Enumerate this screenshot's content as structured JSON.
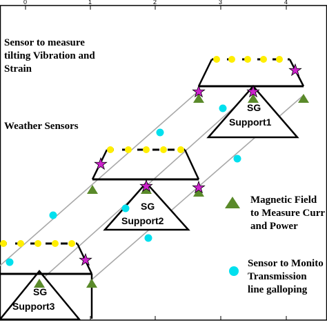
{
  "top_ticks": [
    "0",
    "1",
    "2",
    "3",
    "4"
  ],
  "legend": {
    "strain_sensor": {
      "lines": [
        "Sensor to measure",
        "tilting Vibration and",
        "Strain"
      ],
      "icon": "star-icon",
      "color": "#cc22cc"
    },
    "weather": {
      "lines": [
        "Weather Sensors"
      ],
      "icon": "circle-icon",
      "color": "#ffee00"
    },
    "magnetic": {
      "lines": [
        "Magnetic Field",
        "to Measure Curr",
        "and Power"
      ],
      "icon": "triangle-icon",
      "color": "#5a8a2a"
    },
    "galloping": {
      "lines": [
        "Sensor to Monito",
        "Transmission",
        "line galloping"
      ],
      "icon": "circle-icon",
      "color": "#00e0ee"
    }
  },
  "towers": [
    {
      "lines": [
        "SG",
        "Support1"
      ]
    },
    {
      "lines": [
        "SG",
        "Support2"
      ]
    },
    {
      "lines": [
        "SG",
        "Support3"
      ]
    }
  ],
  "colors": {
    "frame": "#000000",
    "transmission_line": "#a8a8a8",
    "weather": "#ffee00",
    "galloping": "#00e0ee",
    "magnetic": "#5a8a2a",
    "strain": "#cc22cc"
  }
}
